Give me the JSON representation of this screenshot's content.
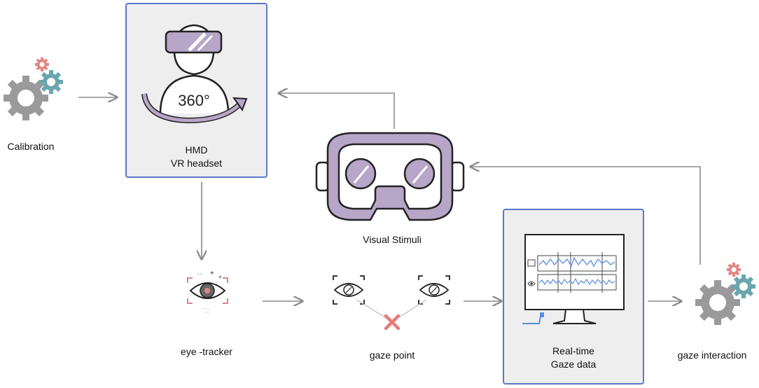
{
  "labels": {
    "calibration": "Calibration",
    "hmd_line1": "HMD",
    "hmd_line2": "VR headset",
    "visual_stimuli": "Visual Stimuli",
    "eye_tracker": "eye -tracker",
    "gaze_point": "gaze point",
    "realtime_line1": "Real-time",
    "realtime_line2": "Gaze data",
    "gaze_interaction": "gaze interaction",
    "degrees": "360°"
  },
  "colors": {
    "box_border": "#5b78c9",
    "box_fill": "#eeeeee",
    "headset_purple": "#b7a6c8",
    "gear_gray": "#9a9a9a",
    "gear_red": "#e08585",
    "gear_teal": "#6aa6ad",
    "arrow": "#8a8a8a",
    "cross": "#e57b7b",
    "signal_blue": "#5b8de0"
  }
}
